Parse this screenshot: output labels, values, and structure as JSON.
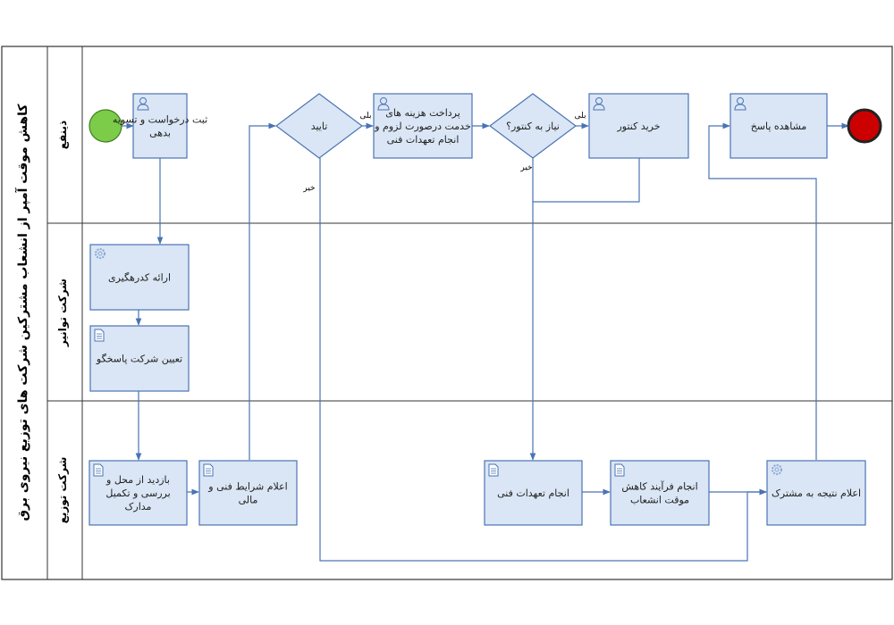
{
  "pool": {
    "title": "کاهش موقت آمپر از انشعاب مشترکین شرکت های توزیع نیروی برق"
  },
  "lanes": [
    {
      "id": "lane-beneficiary",
      "label": "ذینفع"
    },
    {
      "id": "lane-tavanir",
      "label": "شرکت توانیر"
    },
    {
      "id": "lane-distribution",
      "label": "شرکت توزیع"
    }
  ],
  "tasks": {
    "t1": {
      "lines": [
        "ثبت درخواست و تسویه",
        "بدهی"
      ],
      "icon": "user-icon"
    },
    "t2": {
      "lines": [
        "ارائه کدرهگیری"
      ],
      "icon": "gear-icon"
    },
    "t3": {
      "lines": [
        "تعیین شرکت پاسخگو"
      ],
      "icon": "document-icon"
    },
    "t4": {
      "lines": [
        "بازدید از محل و",
        "بررسی و تکمیل",
        "مدارک"
      ],
      "icon": "document-icon"
    },
    "t5": {
      "lines": [
        "اعلام شرایط فنی و",
        "مالی"
      ],
      "icon": "document-icon"
    },
    "t6": {
      "lines": [
        "پرداخت هزینه های",
        "خدمت درصورت لزوم و",
        "انجام تعهدات فنی"
      ],
      "icon": "user-icon"
    },
    "t7": {
      "lines": [
        "خرید کنتور"
      ],
      "icon": "user-icon"
    },
    "t8": {
      "lines": [
        "مشاهده پاسخ"
      ],
      "icon": "user-icon"
    },
    "t9": {
      "lines": [
        "انجام تعهدات فنی"
      ],
      "icon": "document-icon"
    },
    "t10": {
      "lines": [
        "انجام فرآیند کاهش",
        "موقت انشعاب"
      ],
      "icon": "document-icon"
    },
    "t11": {
      "lines": [
        "اعلام نتیجه به مشترک"
      ],
      "icon": "gear-icon"
    }
  },
  "gateways": {
    "g1": {
      "label": "تایید"
    },
    "g2": {
      "label": "نیاز به کنتور؟"
    }
  },
  "flow_labels": {
    "g1_yes": "بلی",
    "g1_no": "خیر",
    "g2_yes": "بلی",
    "g2_no": "خیر"
  },
  "colors": {
    "task_fill": "#dae6f5",
    "task_stroke": "#4a73b5",
    "flow": "#4a73b5",
    "start_fill": "#7ccc4a",
    "end_fill": "#cc0000",
    "lane_border": "#333333"
  }
}
